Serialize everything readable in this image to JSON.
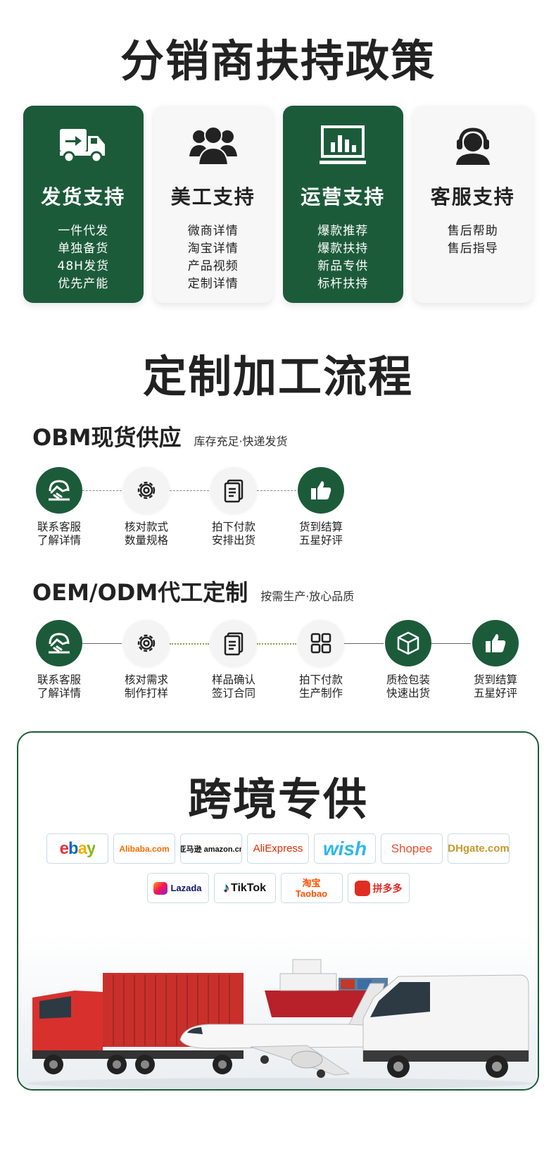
{
  "policy": {
    "title": "分销商扶持政策",
    "cards": [
      {
        "title": "发货支持",
        "lines": [
          "一件代发",
          "单独备货",
          "48H发货",
          "优先产能"
        ],
        "icon": "truck-icon"
      },
      {
        "title": "美工支持",
        "lines": [
          "微商详情",
          "淘宝详情",
          "产品视频",
          "定制详情"
        ],
        "icon": "people-icon"
      },
      {
        "title": "运营支持",
        "lines": [
          "爆款推荐",
          "爆款扶持",
          "新品专供",
          "标杆扶持"
        ],
        "icon": "chart-icon"
      },
      {
        "title": "客服支持",
        "lines": [
          "售后帮助",
          "售后指导"
        ],
        "icon": "headset-icon"
      }
    ]
  },
  "process": {
    "title": "定制加工流程",
    "obm": {
      "title": "OBM现货供应",
      "subtitle": "库存充足·快递发货",
      "steps": [
        {
          "l1": "联系客服",
          "l2": "了解详情",
          "icon": "handshake-icon"
        },
        {
          "l1": "核对款式",
          "l2": "数量规格",
          "icon": "gear-icon"
        },
        {
          "l1": "拍下付款",
          "l2": "安排出货",
          "icon": "document-icon"
        },
        {
          "l1": "货到结算",
          "l2": "五星好评",
          "icon": "thumbs-up-icon"
        }
      ]
    },
    "oem": {
      "title": "OEM/ODM代工定制",
      "subtitle": "按需生产·放心品质",
      "steps": [
        {
          "l1": "联系客服",
          "l2": "了解详情",
          "icon": "handshake-icon"
        },
        {
          "l1": "核对需求",
          "l2": "制作打样",
          "icon": "gear-icon"
        },
        {
          "l1": "样品确认",
          "l2": "签订合同",
          "icon": "document-icon"
        },
        {
          "l1": "拍下付款",
          "l2": "生产制作",
          "icon": "grid-icon"
        },
        {
          "l1": "质检包装",
          "l2": "快速出货",
          "icon": "box-icon"
        },
        {
          "l1": "货到结算",
          "l2": "五星好评",
          "icon": "thumbs-up-icon"
        }
      ]
    }
  },
  "crossborder": {
    "title": "跨境专供",
    "logos_row1": [
      "ebay",
      "Alibaba.com",
      "亚马逊 amazon.cn",
      "AliExpress",
      "wish",
      "Shopee",
      "DHgate.com"
    ],
    "logos_row2": [
      "Lazada",
      "TikTok",
      "淘宝 Taobao",
      "拼多多"
    ]
  },
  "colors": {
    "brand_green": "#1c5b3a",
    "card_light": "#f7f7f7"
  }
}
